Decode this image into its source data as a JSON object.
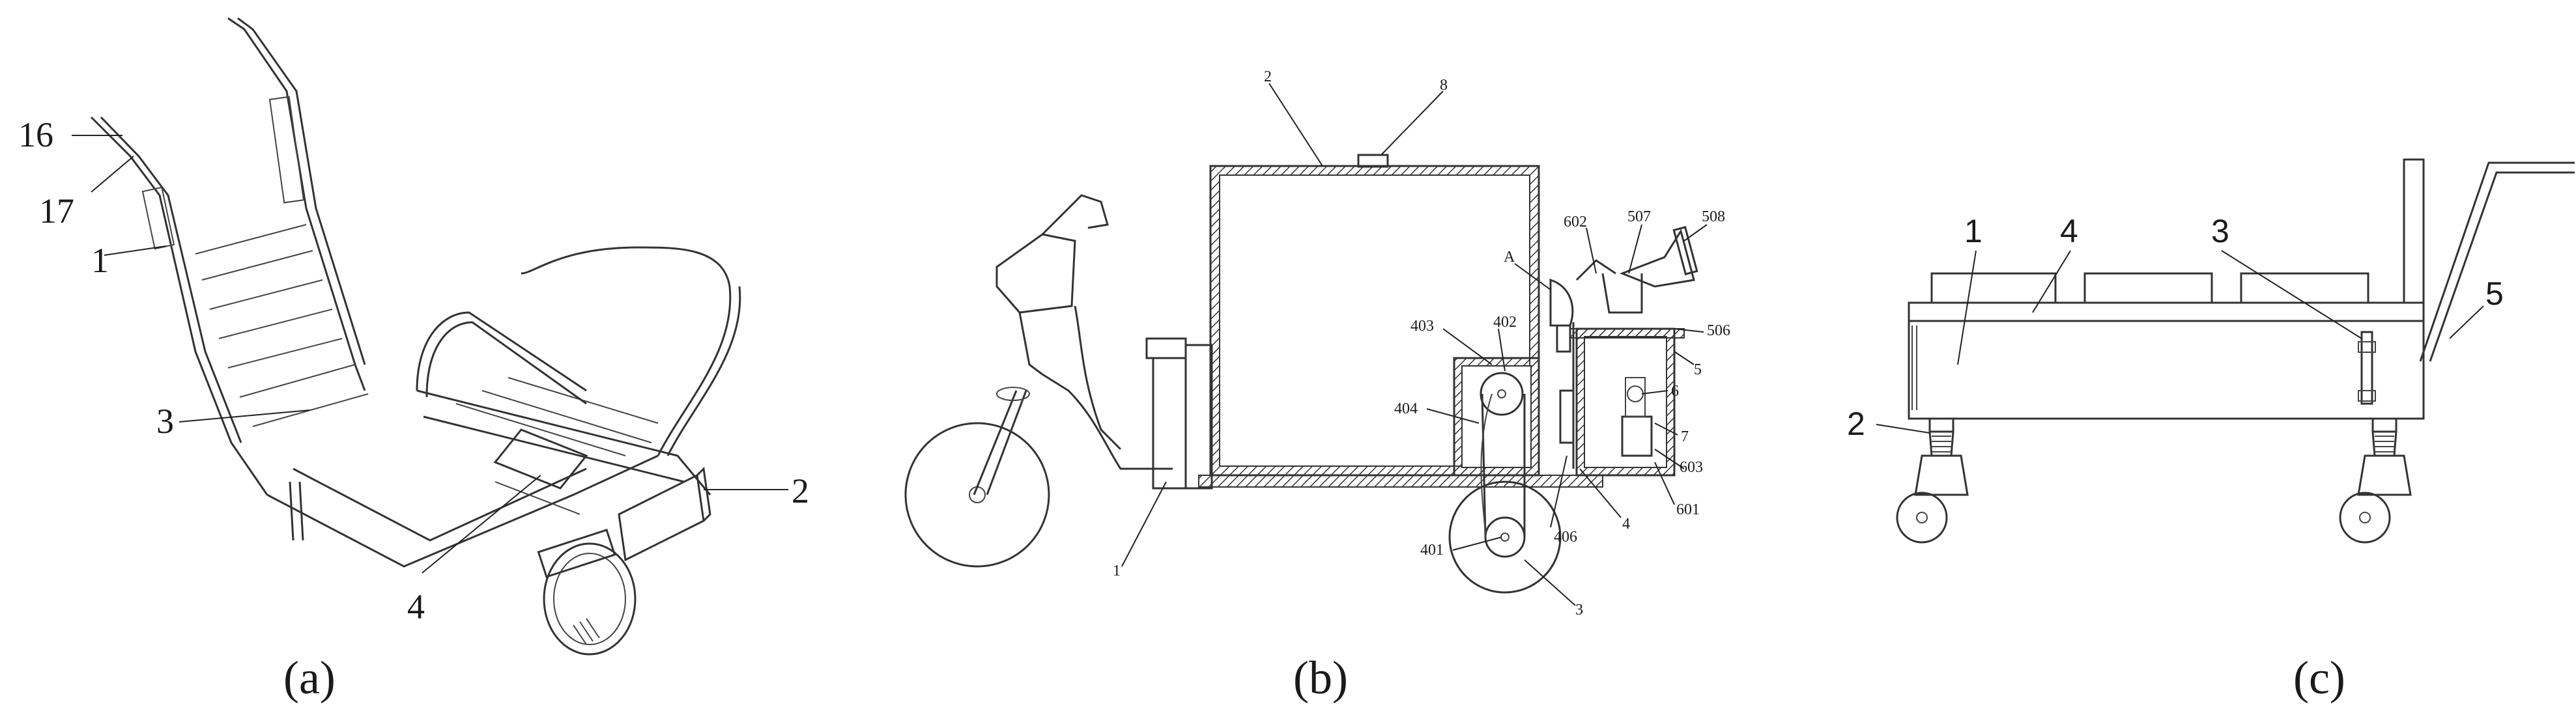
{
  "panels": {
    "a": {
      "caption": "(a)",
      "labels": {
        "l16": "16",
        "l17": "17",
        "l1": "1",
        "l3": "3",
        "l4": "4",
        "l2": "2"
      }
    },
    "b": {
      "caption": "(b)",
      "labels": {
        "l2": "2",
        "l8": "8",
        "l602": "602",
        "l507": "507",
        "l508": "508",
        "lA": "A",
        "l506": "506",
        "l403": "403",
        "l402": "402",
        "l5": "5",
        "l6": "6",
        "l404": "404",
        "l7": "7",
        "l603": "603",
        "l601": "601",
        "l4": "4",
        "l406": "406",
        "l401": "401",
        "l3": "3",
        "l1": "1"
      }
    },
    "c": {
      "caption": "(c)",
      "labels": {
        "l1": "1",
        "l4": "4",
        "l3": "3",
        "l5": "5",
        "l2": "2"
      }
    }
  }
}
